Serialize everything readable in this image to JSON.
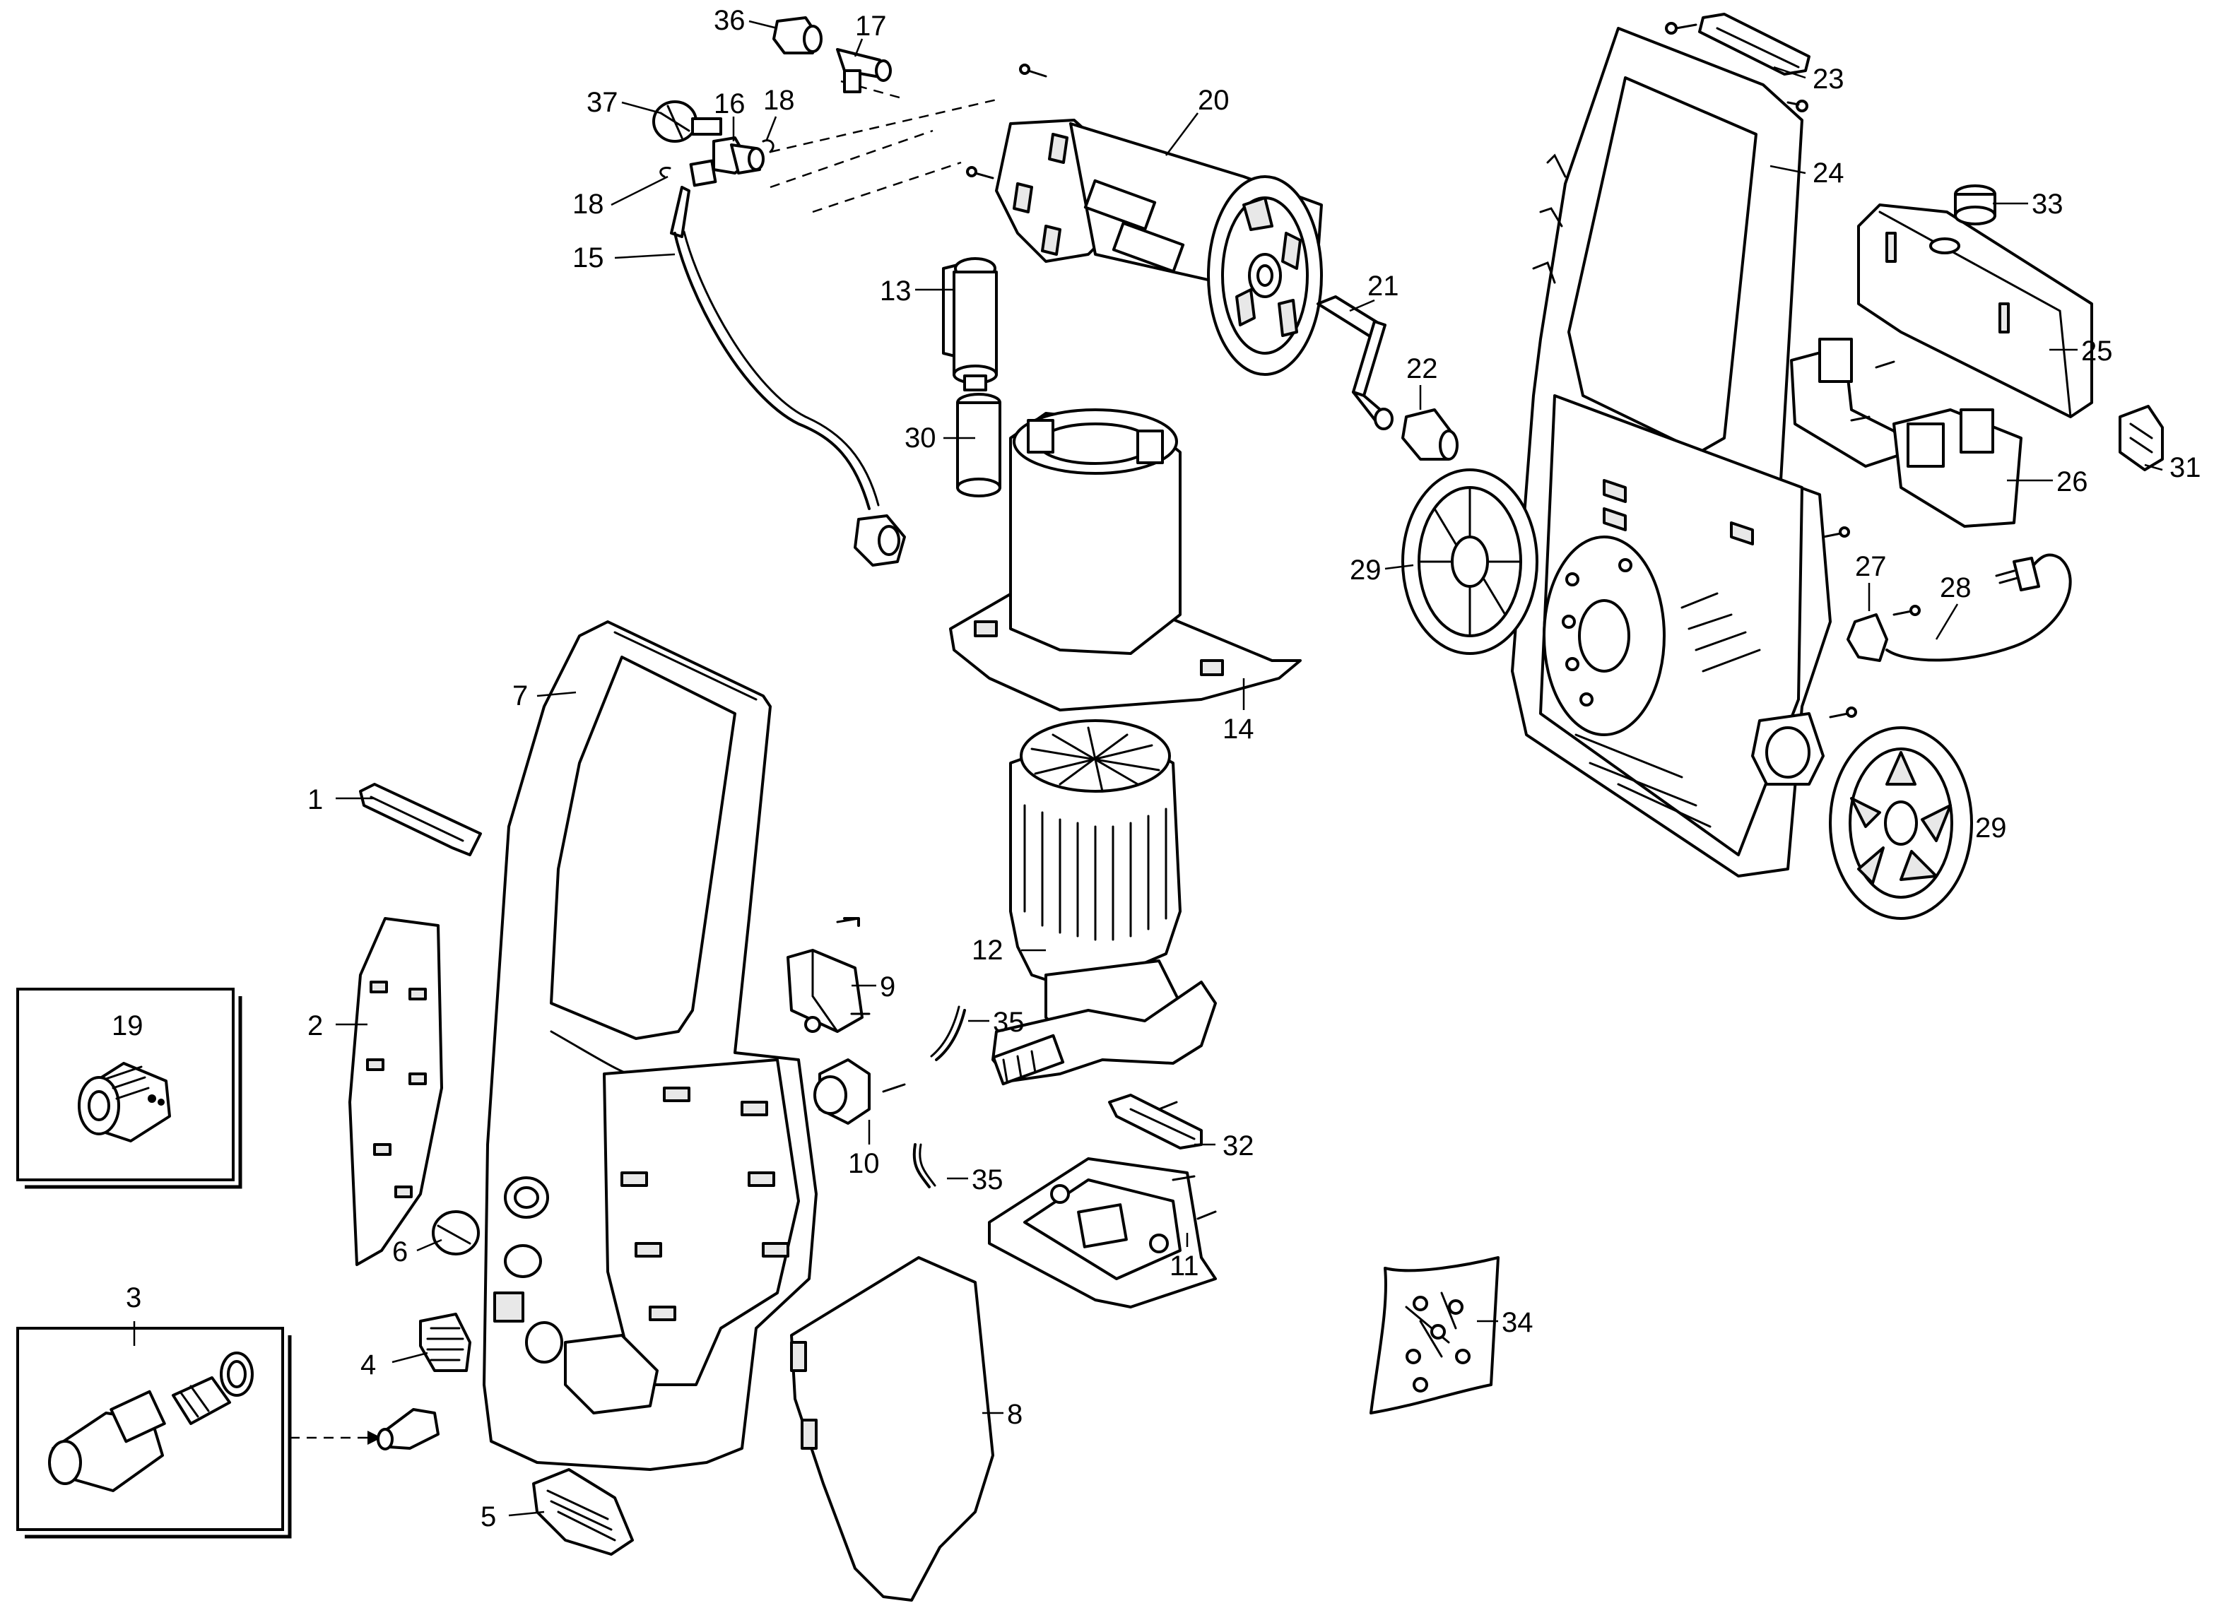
{
  "diagram": {
    "callouts": {
      "c1": "1",
      "c2": "2",
      "c3": "3",
      "c4": "4",
      "c5": "5",
      "c6": "6",
      "c7": "7",
      "c8": "8",
      "c9": "9",
      "c10": "10",
      "c11": "11",
      "c12": "12",
      "c13": "13",
      "c14": "14",
      "c15": "15",
      "c16": "16",
      "c17": "17",
      "c18a": "18",
      "c18b": "18",
      "c19": "19",
      "c20": "20",
      "c21": "21",
      "c22": "22",
      "c23": "23",
      "c24": "24",
      "c25": "25",
      "c26": "26",
      "c27": "27",
      "c28": "28",
      "c29a": "29",
      "c29b": "29",
      "c30": "30",
      "c31": "31",
      "c32": "32",
      "c33": "33",
      "c34": "34",
      "c35a": "35",
      "c35b": "35",
      "c36": "36",
      "c37": "37"
    }
  }
}
